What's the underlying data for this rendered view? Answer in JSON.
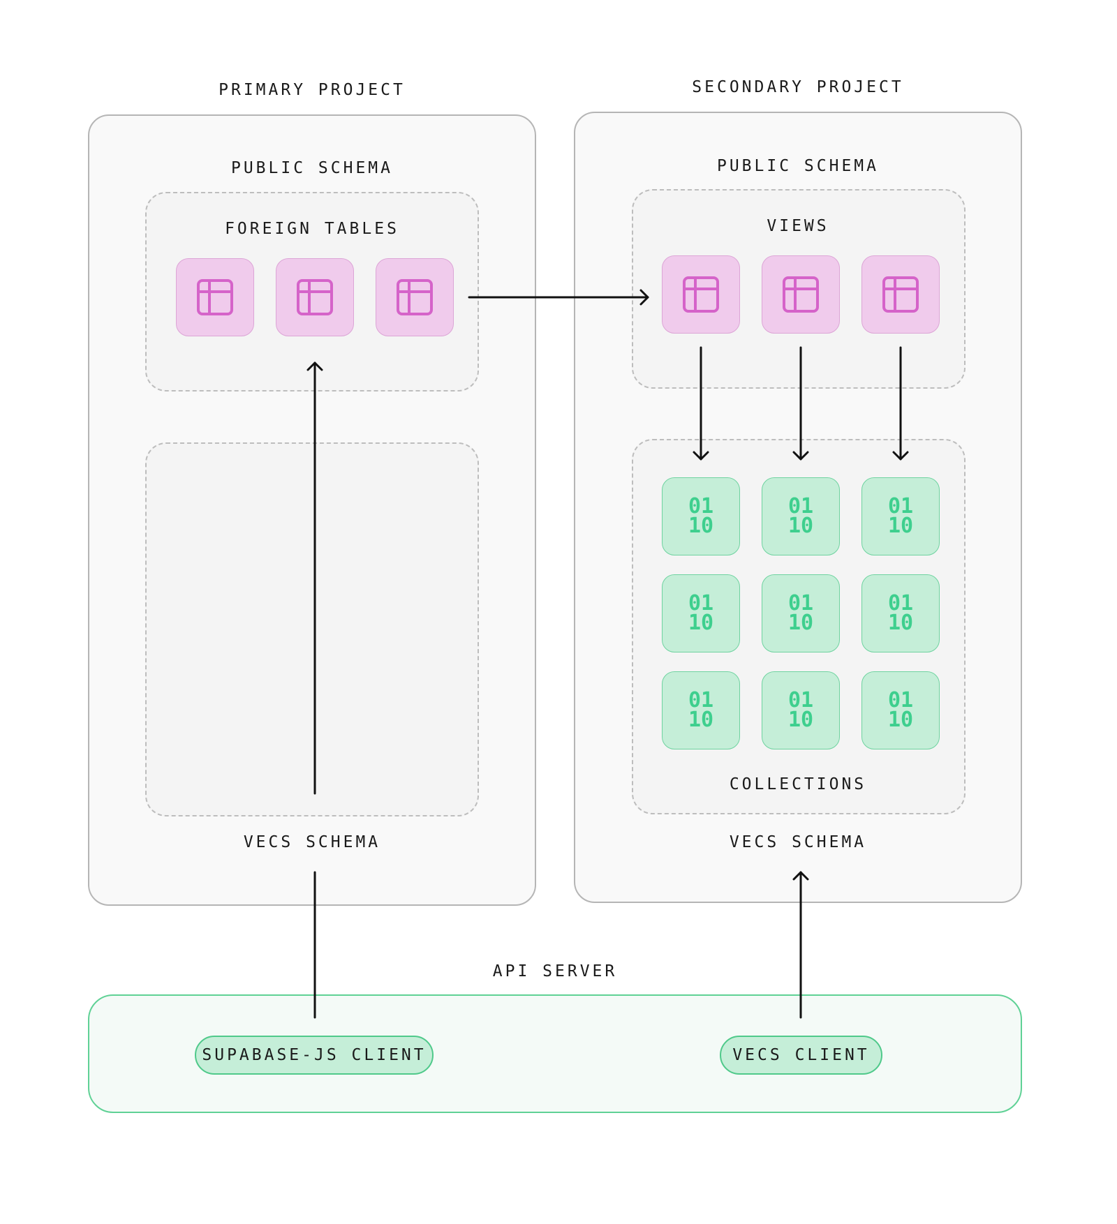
{
  "primary": {
    "title": "PRIMARY PROJECT",
    "public_schema_label": "PUBLIC SCHEMA",
    "foreign_tables_label": "FOREIGN TABLES",
    "vecs_schema_label": "VECS SCHEMA"
  },
  "secondary": {
    "title": "SECONDARY PROJECT",
    "public_schema_label": "PUBLIC SCHEMA",
    "views_label": "VIEWS",
    "collections_label": "COLLECTIONS",
    "vecs_schema_label": "VECS SCHEMA"
  },
  "api": {
    "title": "API SERVER",
    "supabase_client": "SUPABASE-JS CLIENT",
    "vecs_client": "VECS CLIENT"
  },
  "icons": {
    "table": "table-icon",
    "binary": "binary-icon",
    "binary_top": "01",
    "binary_bottom": "10"
  },
  "colors": {
    "pink_tile": "#f0cbec",
    "pink_icon": "#d563c9",
    "green_tile": "#c5eed8",
    "green_icon": "#3ecf8e",
    "api_border": "#5fd195"
  }
}
